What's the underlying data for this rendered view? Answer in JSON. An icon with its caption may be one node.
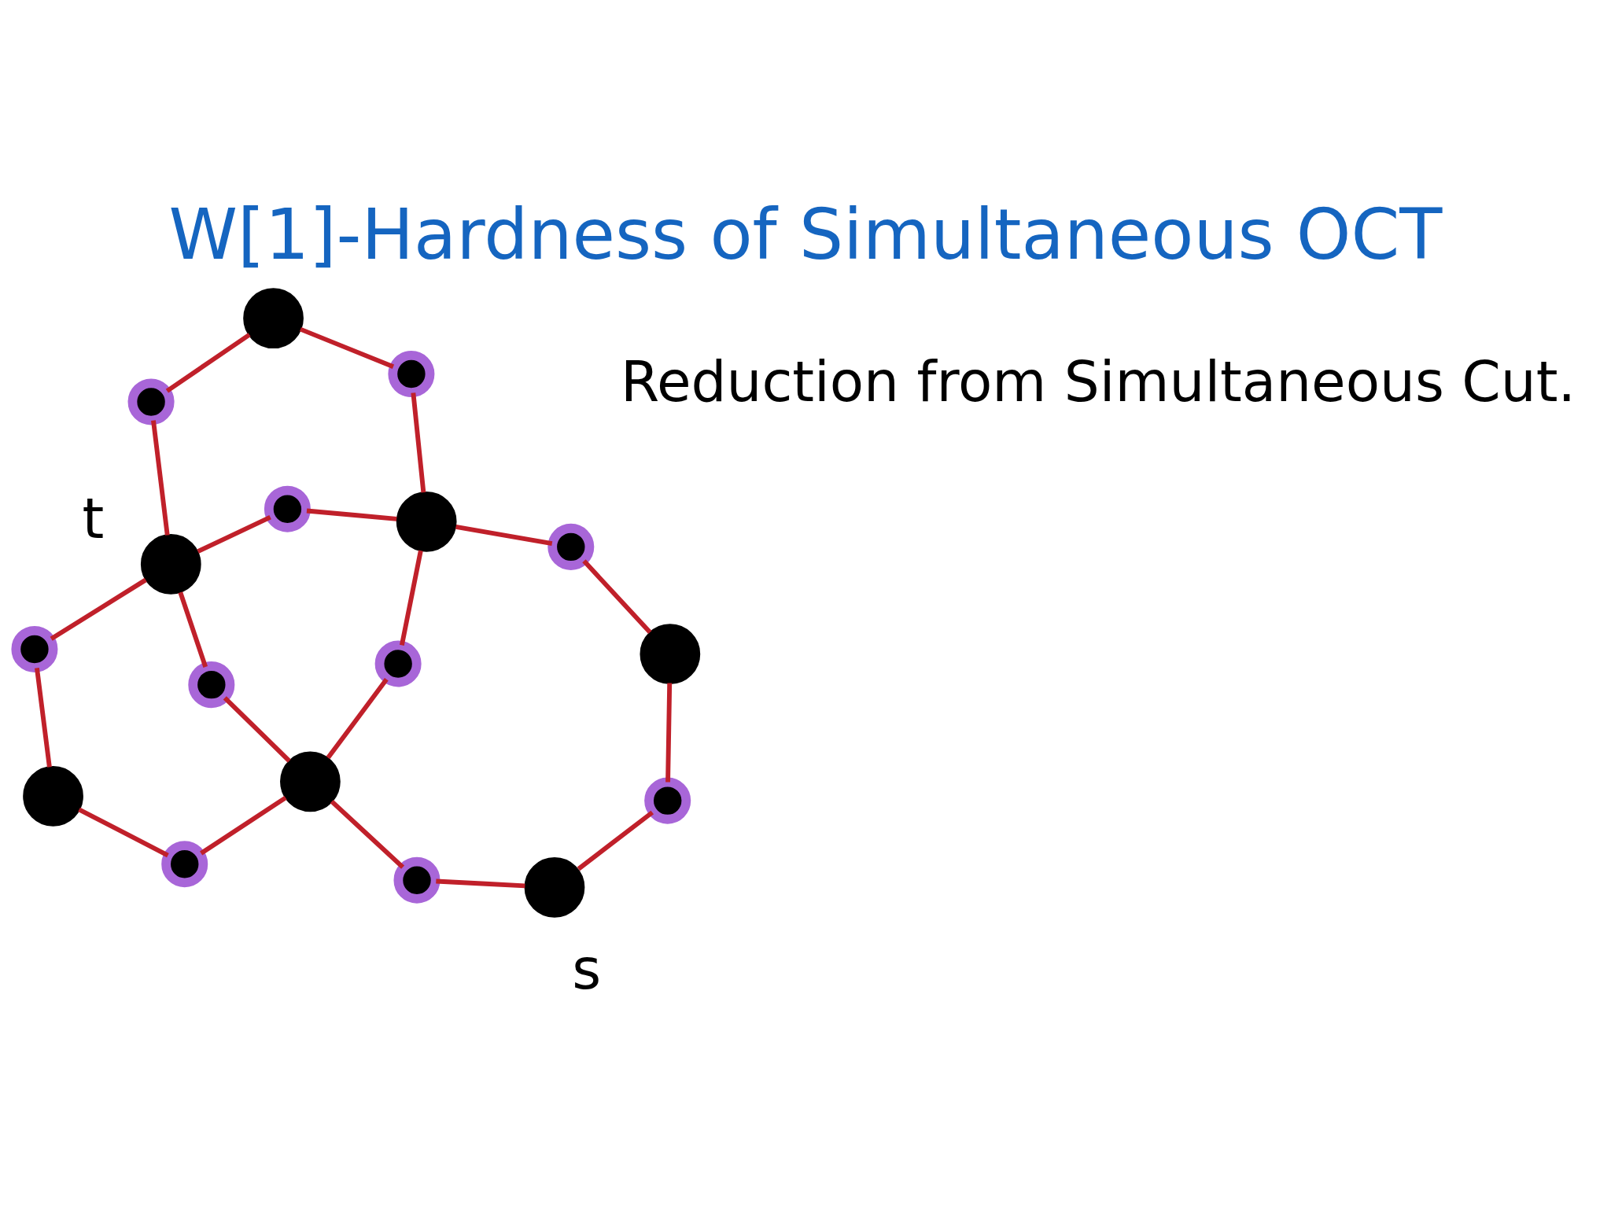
{
  "diagram": {
    "title": "W[1]-Hardness of Simultaneous OCT",
    "nodes": [
      {
        "text": [],
        "shape": "circle"
      },
      {
        "text": [],
        "shape": "circle"
      },
      {
        "text": [],
        "shape": "circle"
      },
      {
        "text": [],
        "shape": "circle",
        "beside": [
          "t"
        ]
      },
      {
        "text": [],
        "shape": "circle"
      },
      {
        "text": [],
        "shape": "circle"
      },
      {
        "text": [],
        "shape": "circle"
      },
      {
        "text": [],
        "shape": "circle"
      },
      {
        "text": [],
        "shape": "circle",
        "beside": [
          "s"
        ]
      },
      {
        "text": [],
        "shape": "circle"
      },
      {
        "text": [],
        "shape": "circle"
      },
      {
        "text": [],
        "shape": "circle"
      },
      {
        "text": [],
        "shape": "circle"
      },
      {
        "text": [],
        "shape": "circle"
      },
      {
        "text": [],
        "shape": "circle"
      },
      {
        "text": [],
        "shape": "circle"
      },
      {
        "text": [],
        "shape": "circle"
      }
    ],
    "edges": [
      {
        "from": 0,
        "to": 2,
        "arrow": "none"
      },
      {
        "from": 2,
        "to": 5,
        "arrow": "none"
      },
      {
        "from": 0,
        "to": 1,
        "arrow": "none"
      },
      {
        "from": 1,
        "to": 3,
        "arrow": "none"
      },
      {
        "from": 5,
        "to": 4,
        "arrow": "none"
      },
      {
        "from": 4,
        "to": 3,
        "arrow": "none"
      },
      {
        "from": 5,
        "to": 6,
        "arrow": "none"
      },
      {
        "from": 6,
        "to": 8,
        "arrow": "none"
      },
      {
        "from": 8,
        "to": 11,
        "arrow": "none"
      },
      {
        "from": 11,
        "to": 14,
        "arrow": "none"
      },
      {
        "from": 14,
        "to": 15,
        "arrow": "none"
      },
      {
        "from": 15,
        "to": 16,
        "arrow": "none"
      },
      {
        "from": 5,
        "to": 9,
        "arrow": "none"
      },
      {
        "from": 9,
        "to": 16,
        "arrow": "none"
      },
      {
        "from": 3,
        "to": 10,
        "arrow": "none"
      },
      {
        "from": 10,
        "to": 16,
        "arrow": "none"
      },
      {
        "from": 3,
        "to": 7,
        "arrow": "none"
      },
      {
        "from": 7,
        "to": 12,
        "arrow": "none"
      },
      {
        "from": 16,
        "to": 13,
        "arrow": "none"
      },
      {
        "from": 13,
        "to": 12,
        "arrow": "none"
      }
    ],
    "labels": [
      "Reduction from Simultaneous Cut."
    ]
  }
}
